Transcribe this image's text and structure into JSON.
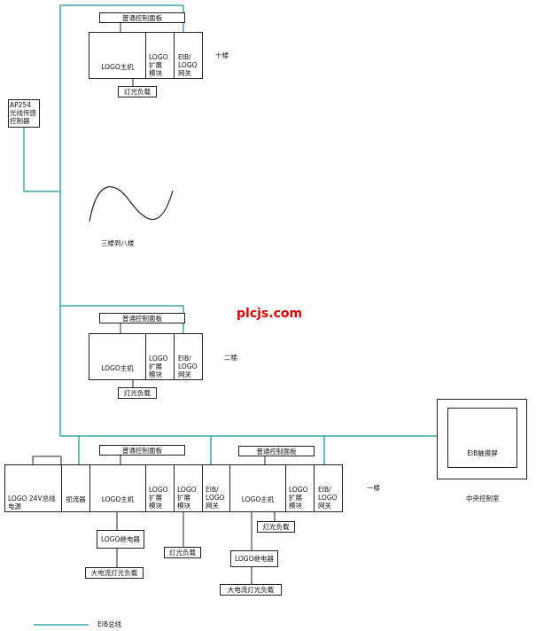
{
  "labels": {
    "panel": "普通控制面板",
    "logo_main": "LOGO主机",
    "logo_ext": "LOGO\n扩展\n模块",
    "eib_gw": "EIB/\nLOGO\n网关",
    "light_load": "灯光负载",
    "floor10": "十楼",
    "floor2": "二楼",
    "floor1": "一楼",
    "floors3to8": "三楼到八楼",
    "ap254": "AP254\n光线传感\n控制器",
    "watermark": "plcjs.com",
    "psu": "LOGO 24V总线\n电源",
    "choke": "扼流器",
    "relay": "LOGO继电器",
    "big_load": "大电流灯光负载",
    "touch": "EIB触摸屏",
    "control_room": "中央控制室",
    "legend": "EIB总线"
  },
  "colors": {
    "bus": "#3aa6ae",
    "line": "#222222",
    "watermark": "#e00000"
  }
}
